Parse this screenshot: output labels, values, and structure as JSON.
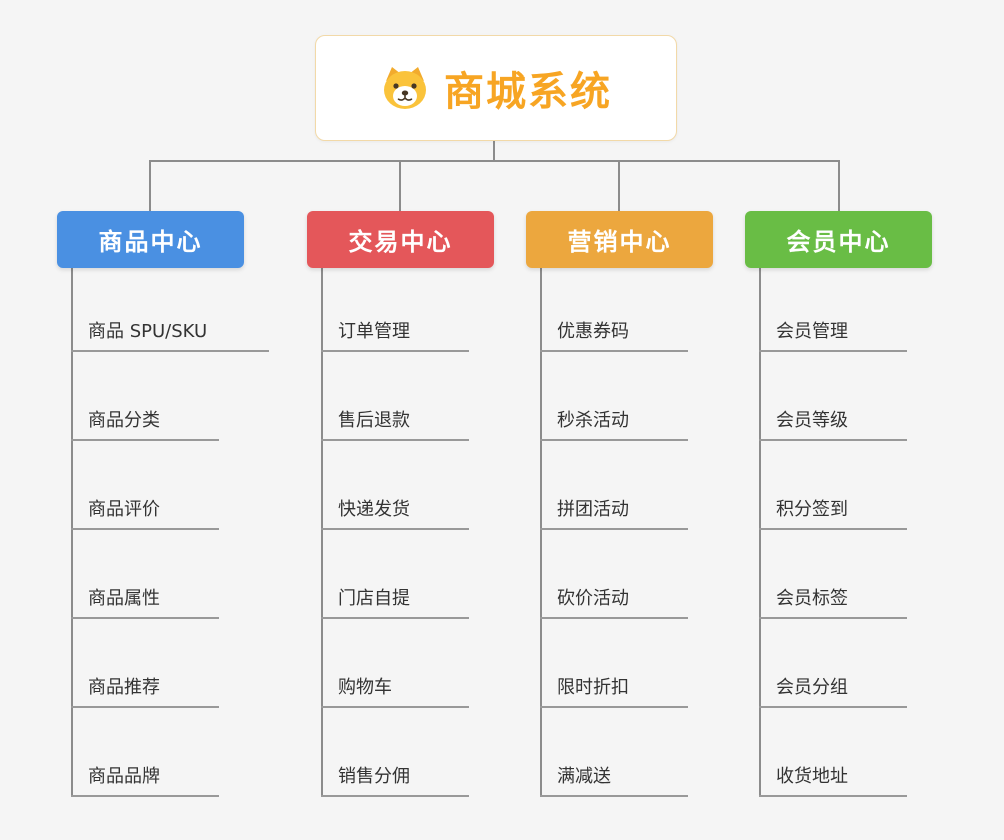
{
  "root": {
    "title": "商城系统",
    "icon": "dog-icon"
  },
  "theme": {
    "background": "#f5f5f5",
    "connector_color": "#8c8c8c",
    "root_border": "#f2d9a8",
    "root_title_color": "#f7a523",
    "leaf_text_color": "#333333"
  },
  "branches": [
    {
      "label": "商品中心",
      "color": "#4a90e2",
      "children": [
        "商品 SPU/SKU",
        "商品分类",
        "商品评价",
        "商品属性",
        "商品推荐",
        "商品品牌"
      ]
    },
    {
      "label": "交易中心",
      "color": "#e4575a",
      "children": [
        "订单管理",
        "售后退款",
        "快递发货",
        "门店自提",
        "购物车",
        "销售分佣"
      ]
    },
    {
      "label": "营销中心",
      "color": "#eca73e",
      "children": [
        "优惠券码",
        "秒杀活动",
        "拼团活动",
        "砍价活动",
        "限时折扣",
        "满减送"
      ]
    },
    {
      "label": "会员中心",
      "color": "#69bd45",
      "children": [
        "会员管理",
        "会员等级",
        "积分签到",
        "会员标签",
        "会员分组",
        "收货地址"
      ]
    }
  ]
}
